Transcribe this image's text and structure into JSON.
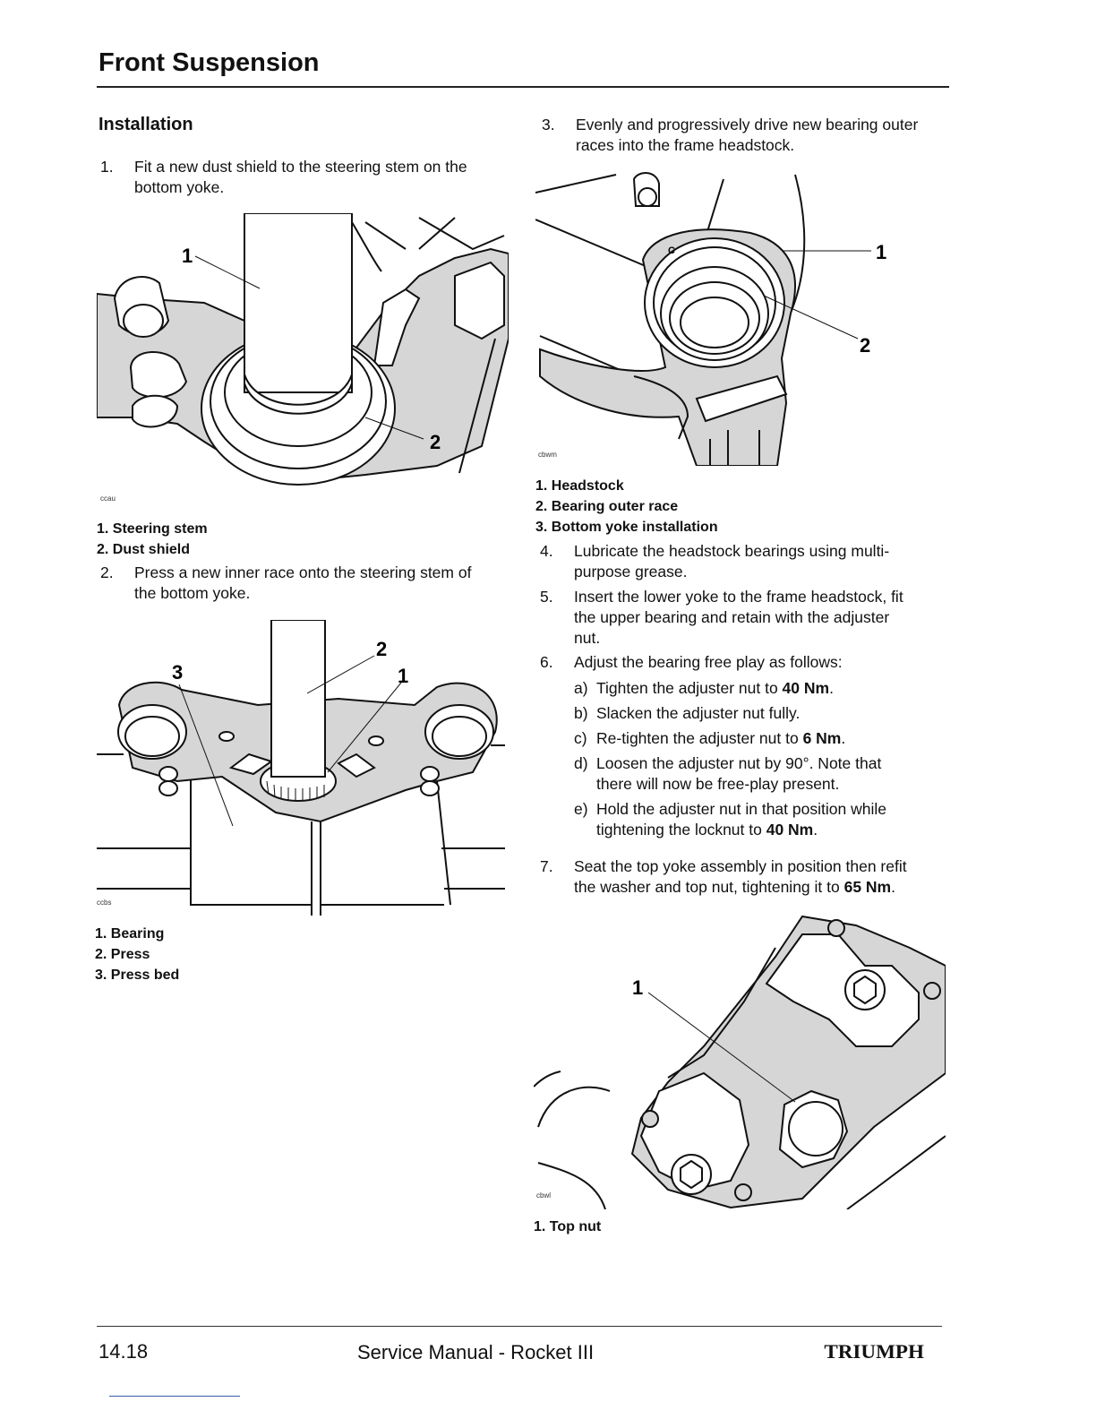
{
  "header": {
    "title": "Front Suspension"
  },
  "left": {
    "heading": "Installation",
    "step1": {
      "num": "1.",
      "lines": [
        "Fit a new dust shield to the steering stem on the",
        "bottom yoke."
      ]
    },
    "fig1": {
      "code": "ccau",
      "callouts": [
        "1",
        "2"
      ],
      "legend": [
        "1. Steering stem",
        "2. Dust shield"
      ]
    },
    "step2": {
      "num": "2.",
      "lines": [
        "Press a new inner race onto the steering stem of",
        "the bottom yoke."
      ]
    },
    "fig2": {
      "code": "ccbs",
      "callouts": [
        "3",
        "2",
        "1"
      ],
      "legend": [
        "1. Bearing",
        "2. Press",
        "3. Press bed"
      ]
    }
  },
  "right": {
    "step3": {
      "num": "3.",
      "lines": [
        "Evenly and progressively drive new bearing outer",
        "races into the frame headstock."
      ]
    },
    "fig3": {
      "code": "cbwm",
      "callouts": [
        "1",
        "2"
      ],
      "mark_c": "C",
      "legend": [
        "1. Headstock",
        "2. Bearing outer race",
        "3. Bottom yoke installation"
      ]
    },
    "step4": {
      "num": "4.",
      "lines": [
        "Lubricate the headstock bearings using multi-",
        "purpose grease."
      ]
    },
    "step5": {
      "num": "5.",
      "lines": [
        "Insert the lower yoke to the frame headstock, fit",
        "the upper bearing and retain with the adjuster",
        "nut."
      ]
    },
    "step6": {
      "num": "6.",
      "lines": [
        "Adjust the bearing free play as follows:"
      ],
      "subs": [
        {
          "num": "a)",
          "pre": "Tighten the adjuster nut to ",
          "bold": "40 Nm",
          "post": "."
        },
        {
          "num": "b)",
          "text": "Slacken the adjuster nut fully."
        },
        {
          "num": "c)",
          "pre": "Re-tighten the adjuster nut to ",
          "bold": "6 Nm",
          "post": "."
        },
        {
          "num": "d)",
          "line1": "Loosen the adjuster nut by 90°. Note that",
          "line2": "there will now be free-play present."
        },
        {
          "num": "e)",
          "line1": "Hold the adjuster nut in that position while",
          "line2pre": "tightening the locknut to ",
          "line2bold": "40 Nm",
          "line2post": "."
        }
      ]
    },
    "step7": {
      "num": "7.",
      "line1": "Seat the top yoke assembly in position then refit",
      "line2pre": "the washer and top nut, tightening it to ",
      "line2bold": "65 Nm",
      "line2post": "."
    },
    "fig4": {
      "code": "cbwl",
      "callouts": [
        "1"
      ],
      "legend": [
        "1. Top nut"
      ]
    }
  },
  "footer": {
    "page": "14.18",
    "title": "Service Manual - Rocket III",
    "brand": "TRIUMPH"
  }
}
